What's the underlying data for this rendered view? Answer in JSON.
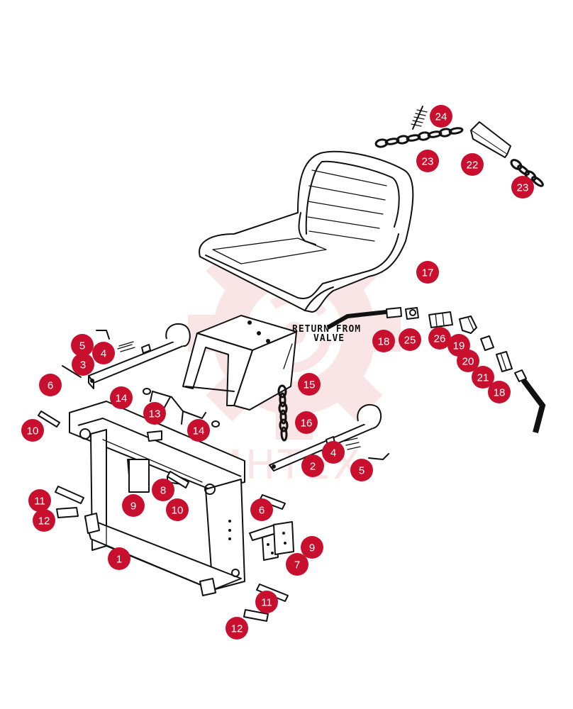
{
  "colors": {
    "callout": "#c8102e",
    "callout_text": "#ffffff",
    "line": "#111111",
    "watermark": "#f2c7c7"
  },
  "watermark": {
    "text": "ИНТЕХ"
  },
  "labels": {
    "return_line1": "RETURN FROM",
    "return_line2": "VALVE"
  },
  "callouts": [
    {
      "id": "c1",
      "num": "1"
    },
    {
      "id": "c2",
      "num": "2"
    },
    {
      "id": "c3",
      "num": "3"
    },
    {
      "id": "c4a",
      "num": "4"
    },
    {
      "id": "c4b",
      "num": "4"
    },
    {
      "id": "c5a",
      "num": "5"
    },
    {
      "id": "c5b",
      "num": "5"
    },
    {
      "id": "c6a",
      "num": "6"
    },
    {
      "id": "c6b",
      "num": "6"
    },
    {
      "id": "c7",
      "num": "7"
    },
    {
      "id": "c8",
      "num": "8"
    },
    {
      "id": "c9a",
      "num": "9"
    },
    {
      "id": "c9b",
      "num": "9"
    },
    {
      "id": "c10a",
      "num": "10"
    },
    {
      "id": "c10b",
      "num": "10"
    },
    {
      "id": "c11a",
      "num": "11"
    },
    {
      "id": "c11b",
      "num": "11"
    },
    {
      "id": "c12a",
      "num": "12"
    },
    {
      "id": "c12b",
      "num": "12"
    },
    {
      "id": "c13",
      "num": "13"
    },
    {
      "id": "c14a",
      "num": "14"
    },
    {
      "id": "c14b",
      "num": "14"
    },
    {
      "id": "c15",
      "num": "15"
    },
    {
      "id": "c16",
      "num": "16"
    },
    {
      "id": "c17",
      "num": "17"
    },
    {
      "id": "c18a",
      "num": "18"
    },
    {
      "id": "c18b",
      "num": "18"
    },
    {
      "id": "c19",
      "num": "19"
    },
    {
      "id": "c20",
      "num": "20"
    },
    {
      "id": "c21",
      "num": "21"
    },
    {
      "id": "c22",
      "num": "22"
    },
    {
      "id": "c23a",
      "num": "23"
    },
    {
      "id": "c23b",
      "num": "23"
    },
    {
      "id": "c24",
      "num": "24"
    },
    {
      "id": "c25",
      "num": "25"
    },
    {
      "id": "c26",
      "num": "26"
    }
  ]
}
